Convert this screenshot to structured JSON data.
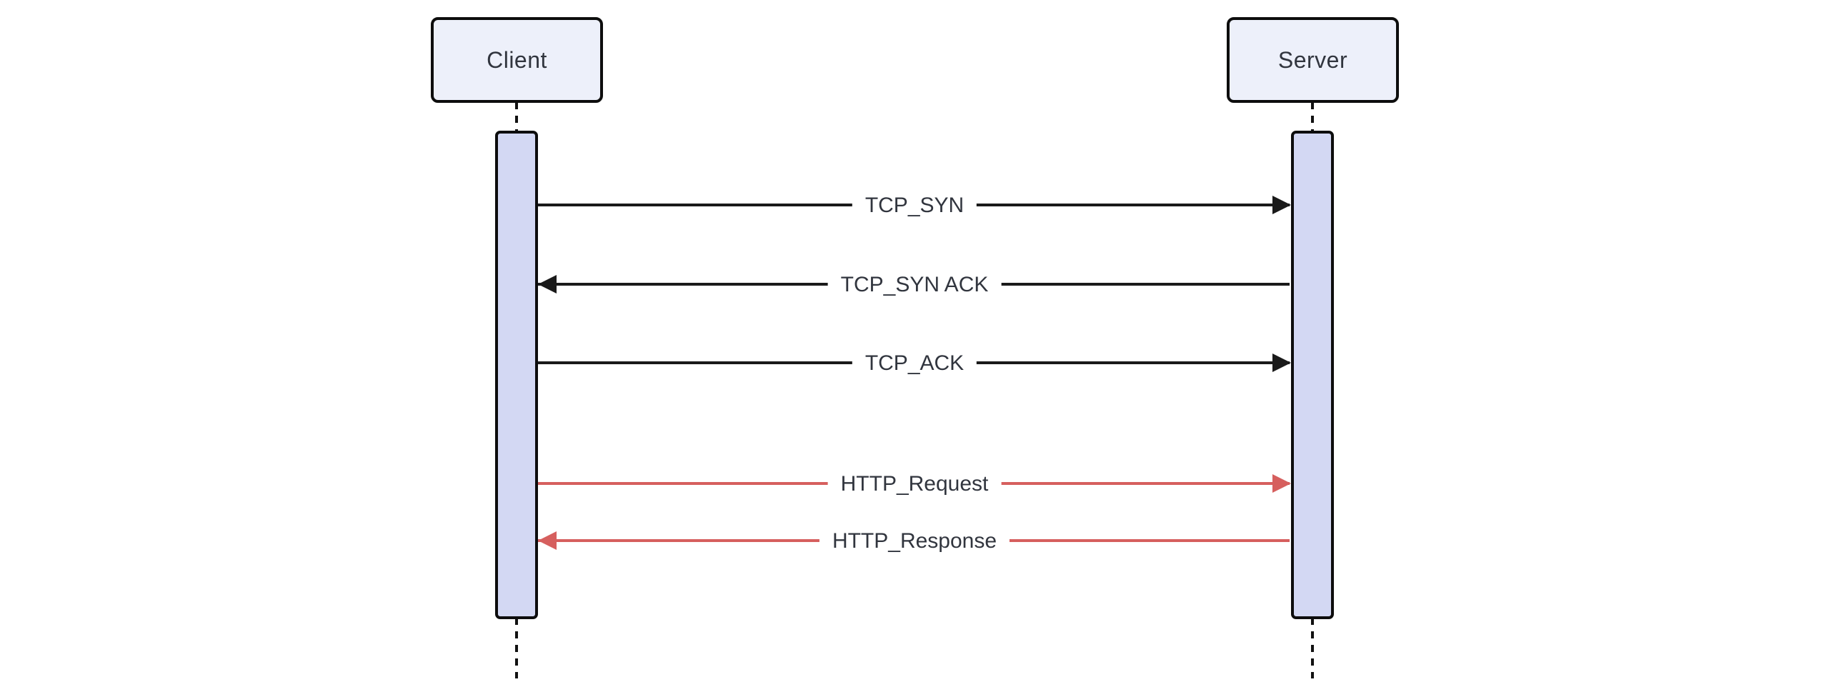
{
  "diagram": {
    "type": "sequence-diagram",
    "actors": [
      {
        "id": "client",
        "label": "Client"
      },
      {
        "id": "server",
        "label": "Server"
      }
    ],
    "messages": [
      {
        "from": "client",
        "to": "server",
        "direction": "right",
        "label": "TCP_SYN",
        "line_style": "solid",
        "color": "#1a1a1a"
      },
      {
        "from": "server",
        "to": "client",
        "direction": "left",
        "label": "TCP_SYN ACK",
        "line_style": "solid",
        "color": "#1a1a1a"
      },
      {
        "from": "client",
        "to": "server",
        "direction": "right",
        "label": "TCP_ACK",
        "line_style": "solid",
        "color": "#1a1a1a"
      },
      {
        "from": "client",
        "to": "server",
        "direction": "right",
        "label": "HTTP_Request",
        "line_style": "solid",
        "color": "#d65f5e"
      },
      {
        "from": "server",
        "to": "client",
        "direction": "left",
        "label": "HTTP_Response",
        "line_style": "solid",
        "color": "#d65f5e"
      }
    ],
    "colors": {
      "background": "#ffffff",
      "actor_fill": "#edf0fa",
      "actor_border": "#0d0d0d",
      "activation_fill": "#d3d8f3",
      "activation_border": "#0d0d0d",
      "lifeline": "#111111",
      "message_default": "#1a1a1a",
      "message_highlight": "#d65f5e",
      "text": "#31353e"
    }
  }
}
